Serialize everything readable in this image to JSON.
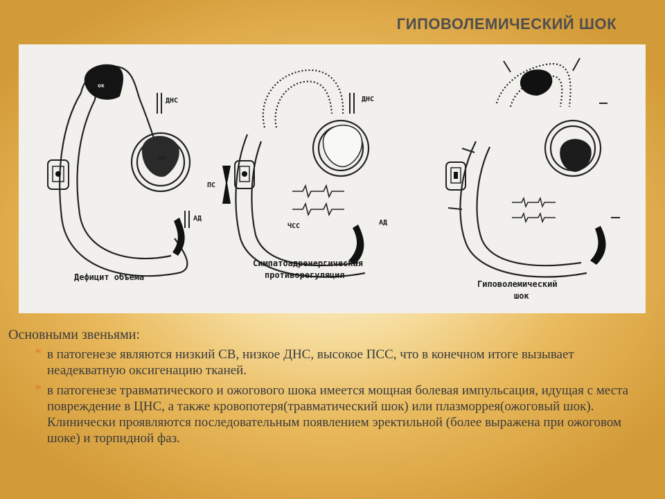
{
  "slide": {
    "title": "ГИПОВОЛЕМИЧЕСКИЙ ШОК"
  },
  "figure": {
    "panels": [
      {
        "caption": "Дефицит объема",
        "labels": [
          "ок",
          "ДНС",
          "АД",
          "УОС"
        ]
      },
      {
        "caption_line1": "Симпатоадренергическая",
        "caption_line2": "противорегуляция",
        "labels": [
          "ДНС",
          "ПС",
          "ЧСС",
          "АД"
        ]
      },
      {
        "caption_line1": "Гиповолемический",
        "caption_line2": "шок"
      }
    ]
  },
  "content": {
    "intro": "Основными звеньями:",
    "bullet_marker": "*",
    "bullets": [
      "в патогенезе являются низкий СВ, низкое ДНС, высокое ПСС, что в конечном итоге вызывает неадекватную оксигенацию тканей.",
      "в патогенезе травматического и ожогового шока имеется мощная болевая импульсация, идущая с места повреждение в ЦНС, а также кровопотеря(травматический шок) или плазморрея(ожоговый шок). Клинически проявляются последовательным появлением эректильной (более выражена при ожоговом шоке) и торпидной фаз."
    ]
  },
  "colors": {
    "title": "#4e4e4e",
    "bullet_marker": "#e07a2e",
    "body_text": "#3a3a3a",
    "figure_background": "#f1f0ec"
  }
}
